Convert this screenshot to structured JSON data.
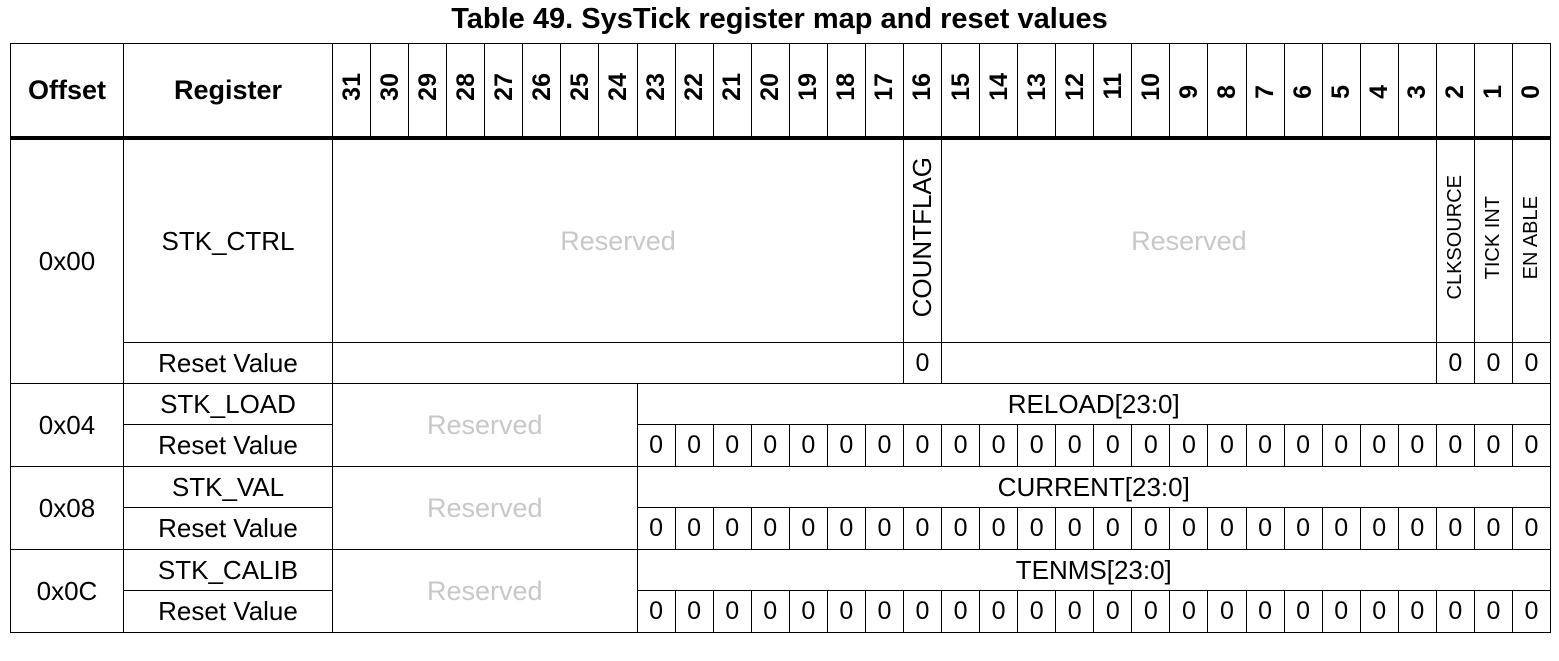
{
  "caption": "Table 49. SysTick register map and reset values",
  "header": {
    "offset": "Offset",
    "register": "Register",
    "bits": [
      "31",
      "30",
      "29",
      "28",
      "27",
      "26",
      "25",
      "24",
      "23",
      "22",
      "21",
      "20",
      "19",
      "18",
      "17",
      "16",
      "15",
      "14",
      "13",
      "12",
      "11",
      "10",
      "9",
      "8",
      "7",
      "6",
      "5",
      "4",
      "3",
      "2",
      "1",
      "0"
    ]
  },
  "reserved_label": "Reserved",
  "reset_label": "Reset Value",
  "ctrl": {
    "offset": "0x00",
    "name": "STK_CTRL",
    "countflag": "COUNTFLAG",
    "clksource": "CLKSOURCE",
    "tickint": "TICK INT",
    "enable": "EN ABLE",
    "countflag_reset": "0",
    "clksource_reset": "0",
    "tickint_reset": "0",
    "enable_reset": "0"
  },
  "load": {
    "offset": "0x04",
    "name": "STK_LOAD",
    "field": "RELOAD[23:0]"
  },
  "val": {
    "offset": "0x08",
    "name": "STK_VAL",
    "field": "CURRENT[23:0]"
  },
  "calib": {
    "offset": "0x0C",
    "name": "STK_CALIB",
    "field": "TENMS[23:0]"
  },
  "reset_bits": [
    "0",
    "0",
    "0",
    "0",
    "0",
    "0",
    "0",
    "0",
    "0",
    "0",
    "0",
    "0",
    "0",
    "0",
    "0",
    "0",
    "0",
    "0",
    "0",
    "0",
    "0",
    "0",
    "0",
    "0"
  ]
}
